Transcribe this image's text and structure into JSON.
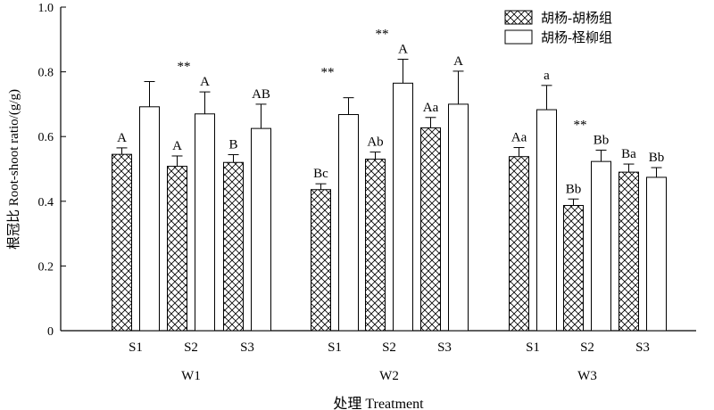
{
  "chart_data": {
    "type": "bar",
    "xlabel": "处理  Treatment",
    "ylabel": "根冠比  Root-shoot ratio/(g/g)",
    "ylim": [
      0,
      1.0
    ],
    "yticks": [
      "0",
      "0.2",
      "0.4",
      "0.6",
      "0.8",
      "1.0"
    ],
    "legend_position": "top-right",
    "grid": false,
    "groups": [
      {
        "name": "W1",
        "categories": [
          "S1",
          "S2",
          "S3"
        ]
      },
      {
        "name": "W2",
        "categories": [
          "S1",
          "S2",
          "S3"
        ]
      },
      {
        "name": "W3",
        "categories": [
          "S1",
          "S2",
          "S3"
        ]
      }
    ],
    "series": [
      {
        "name": "胡杨-胡杨组",
        "pattern": "crosshatch",
        "values": [
          0.545,
          0.508,
          0.52,
          0.436,
          0.53,
          0.627,
          0.538,
          0.387,
          0.49
        ],
        "errors": [
          0.02,
          0.032,
          0.024,
          0.018,
          0.022,
          0.032,
          0.028,
          0.02,
          0.025
        ],
        "labels": [
          "A",
          "A",
          "B",
          "Bc",
          "Ab",
          "Aa",
          "Aa",
          "Bb",
          "Ba"
        ]
      },
      {
        "name": "胡杨-柽柳组",
        "pattern": "none",
        "values": [
          0.692,
          0.67,
          0.625,
          0.668,
          0.765,
          0.7,
          0.683,
          0.523,
          0.474
        ],
        "errors": [
          0.078,
          0.068,
          0.075,
          0.052,
          0.074,
          0.102,
          0.075,
          0.035,
          0.03
        ],
        "labels": [
          "",
          "A",
          "AB",
          "",
          "A",
          "A",
          "a",
          "Bb",
          "Bb"
        ]
      }
    ],
    "significance": [
      {
        "index": 1,
        "text": "**"
      },
      {
        "index": 3,
        "text": "**"
      },
      {
        "index": 4,
        "text": "**"
      },
      {
        "index": 7,
        "text": "**"
      }
    ]
  }
}
